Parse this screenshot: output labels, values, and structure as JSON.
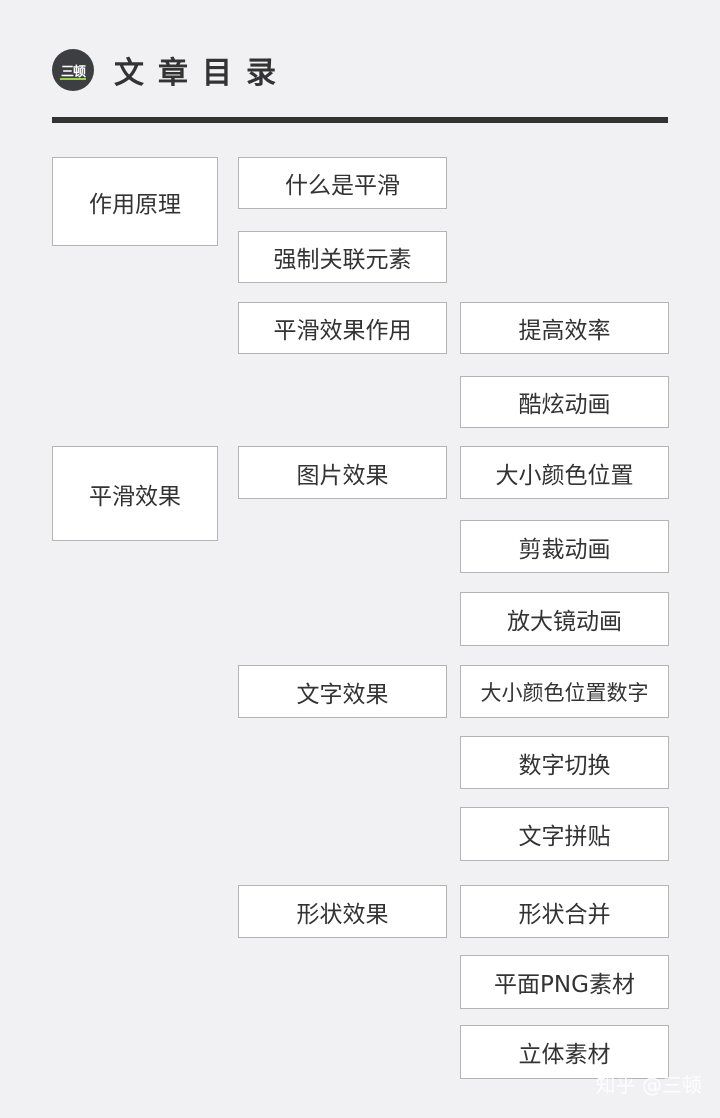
{
  "header": {
    "logo_text": "三顿",
    "title": "文章目录"
  },
  "level1": [
    "作用原理",
    "平滑效果"
  ],
  "level2": [
    "什么是平滑",
    "强制关联元素",
    "平滑效果作用",
    "图片效果",
    "文字效果",
    "形状效果"
  ],
  "level3": [
    "提高效率",
    "酷炫动画",
    "大小颜色位置",
    "剪裁动画",
    "放大镜动画",
    "大小颜色位置数字",
    "数字切换",
    "文字拼贴",
    "形状合并",
    "平面PNG素材",
    "立体素材"
  ],
  "watermark": "知乎 @三顿",
  "colors": {
    "background": "#f1f1f3",
    "box_border": "#b4b4b4",
    "rule": "#333333",
    "logo_bg": "#3d3e42"
  }
}
